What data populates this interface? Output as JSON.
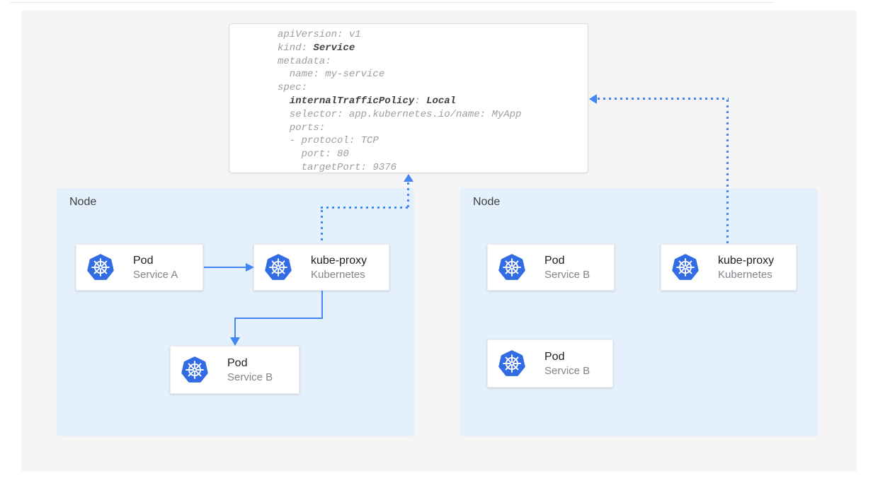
{
  "colors": {
    "accent_blue": "#4285F4",
    "kubernetes_blue": "#326CE5",
    "node_background": "#E4F1FC",
    "canvas_background": "#F5F5F5"
  },
  "yaml_card": {
    "code_lines": [
      [
        {
          "t": "apiVersion: v1",
          "b": 0
        }
      ],
      [
        {
          "t": "kind: ",
          "b": 0
        },
        {
          "t": "Service",
          "b": 1
        }
      ],
      [
        {
          "t": "metadata:",
          "b": 0
        }
      ],
      [
        {
          "t": "  name: my-service",
          "b": 0
        }
      ],
      [
        {
          "t": "spec:",
          "b": 0
        }
      ],
      [
        {
          "t": "  ",
          "b": 0
        },
        {
          "t": "internalTrafficPolicy",
          "b": 1
        },
        {
          "t": ": ",
          "b": 0
        },
        {
          "t": "Local",
          "b": 1
        }
      ],
      [
        {
          "t": "  selector: app.kubernetes.io/name: MyApp",
          "b": 0
        }
      ],
      [
        {
          "t": "  ports:",
          "b": 0
        }
      ],
      [
        {
          "t": "  - protocol: TCP",
          "b": 0
        }
      ],
      [
        {
          "t": "    port: 80",
          "b": 0
        }
      ],
      [
        {
          "t": "    targetPort: 9376",
          "b": 0
        }
      ]
    ]
  },
  "nodes": [
    {
      "label": "Node",
      "cards": [
        {
          "title": "Pod",
          "subtitle": "Service A",
          "icon": "kubernetes-icon"
        },
        {
          "title": "kube-proxy",
          "subtitle": "Kubernetes",
          "icon": "kubernetes-icon"
        },
        {
          "title": "Pod",
          "subtitle": "Service B",
          "icon": "kubernetes-icon"
        }
      ]
    },
    {
      "label": "Node",
      "cards": [
        {
          "title": "Pod",
          "subtitle": "Service B",
          "icon": "kubernetes-icon"
        },
        {
          "title": "kube-proxy",
          "subtitle": "Kubernetes",
          "icon": "kubernetes-icon"
        },
        {
          "title": "Pod",
          "subtitle": "Service B",
          "icon": "kubernetes-icon"
        }
      ]
    }
  ]
}
